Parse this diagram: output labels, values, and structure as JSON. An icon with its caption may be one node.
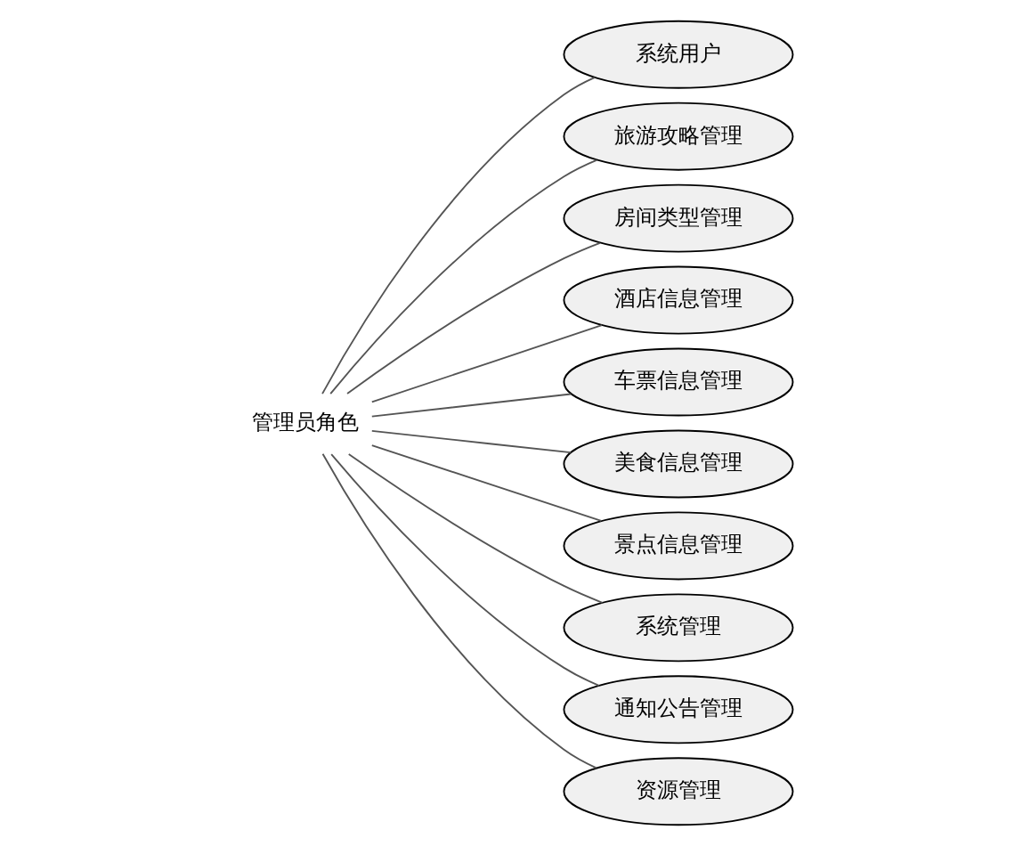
{
  "diagram": {
    "nodes": [
      {
        "text": [
          "管理员角色"
        ]
      },
      {
        "text": [
          "系统用户"
        ]
      },
      {
        "text": [
          "旅游攻略管理"
        ]
      },
      {
        "text": [
          "房间类型管理"
        ]
      },
      {
        "text": [
          "酒店信息管理"
        ]
      },
      {
        "text": [
          "车票信息管理"
        ]
      },
      {
        "text": [
          "美食信息管理"
        ]
      },
      {
        "text": [
          "景点信息管理"
        ]
      },
      {
        "text": [
          "系统管理"
        ]
      },
      {
        "text": [
          "通知公告管理"
        ]
      },
      {
        "text": [
          "资源管理"
        ]
      }
    ],
    "edges": [
      {
        "from": 0,
        "to": 1,
        "arrow": "none"
      },
      {
        "from": 0,
        "to": 2,
        "arrow": "none"
      },
      {
        "from": 0,
        "to": 3,
        "arrow": "none"
      },
      {
        "from": 0,
        "to": 4,
        "arrow": "none"
      },
      {
        "from": 0,
        "to": 5,
        "arrow": "none"
      },
      {
        "from": 0,
        "to": 6,
        "arrow": "none"
      },
      {
        "from": 0,
        "to": 7,
        "arrow": "none"
      },
      {
        "from": 0,
        "to": 8,
        "arrow": "none"
      },
      {
        "from": 0,
        "to": 9,
        "arrow": "none"
      },
      {
        "from": 0,
        "to": 10,
        "arrow": "none"
      }
    ]
  }
}
